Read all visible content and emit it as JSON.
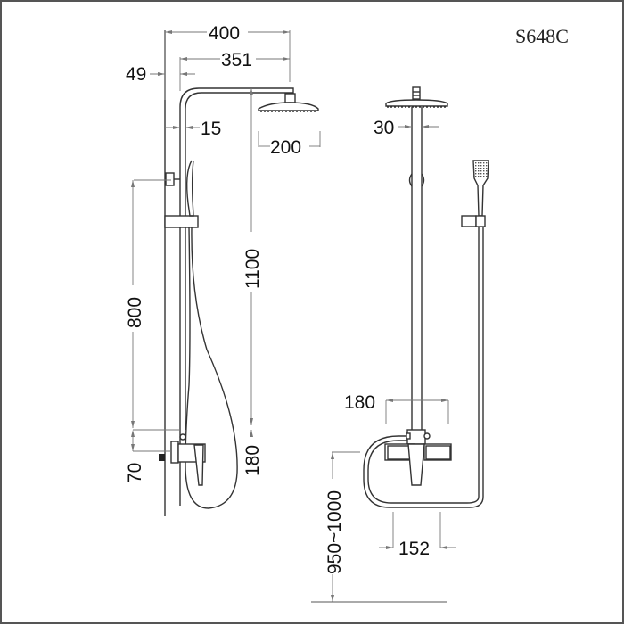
{
  "drawing": {
    "model_code": "S648C",
    "type": "Shower column technical drawing",
    "side_view": {
      "dimensions": {
        "overall_arm_width": "400",
        "arm_reach": "351",
        "wall_offset": "49",
        "rail_gap": "15",
        "head_diameter": "200",
        "slider_height": "1100",
        "bracket_height": "800",
        "mixer_offset": "70",
        "inlet_spacing": "180"
      }
    },
    "front_view": {
      "dimensions": {
        "pipe_diameter": "30",
        "mixer_width": "180",
        "inlet_center": "152",
        "floor_height": "950~1000"
      }
    }
  },
  "colors": {
    "line": "#333333",
    "dimension_line": "#777777",
    "text": "#111111",
    "border": "#555555",
    "background": "#ffffff"
  }
}
